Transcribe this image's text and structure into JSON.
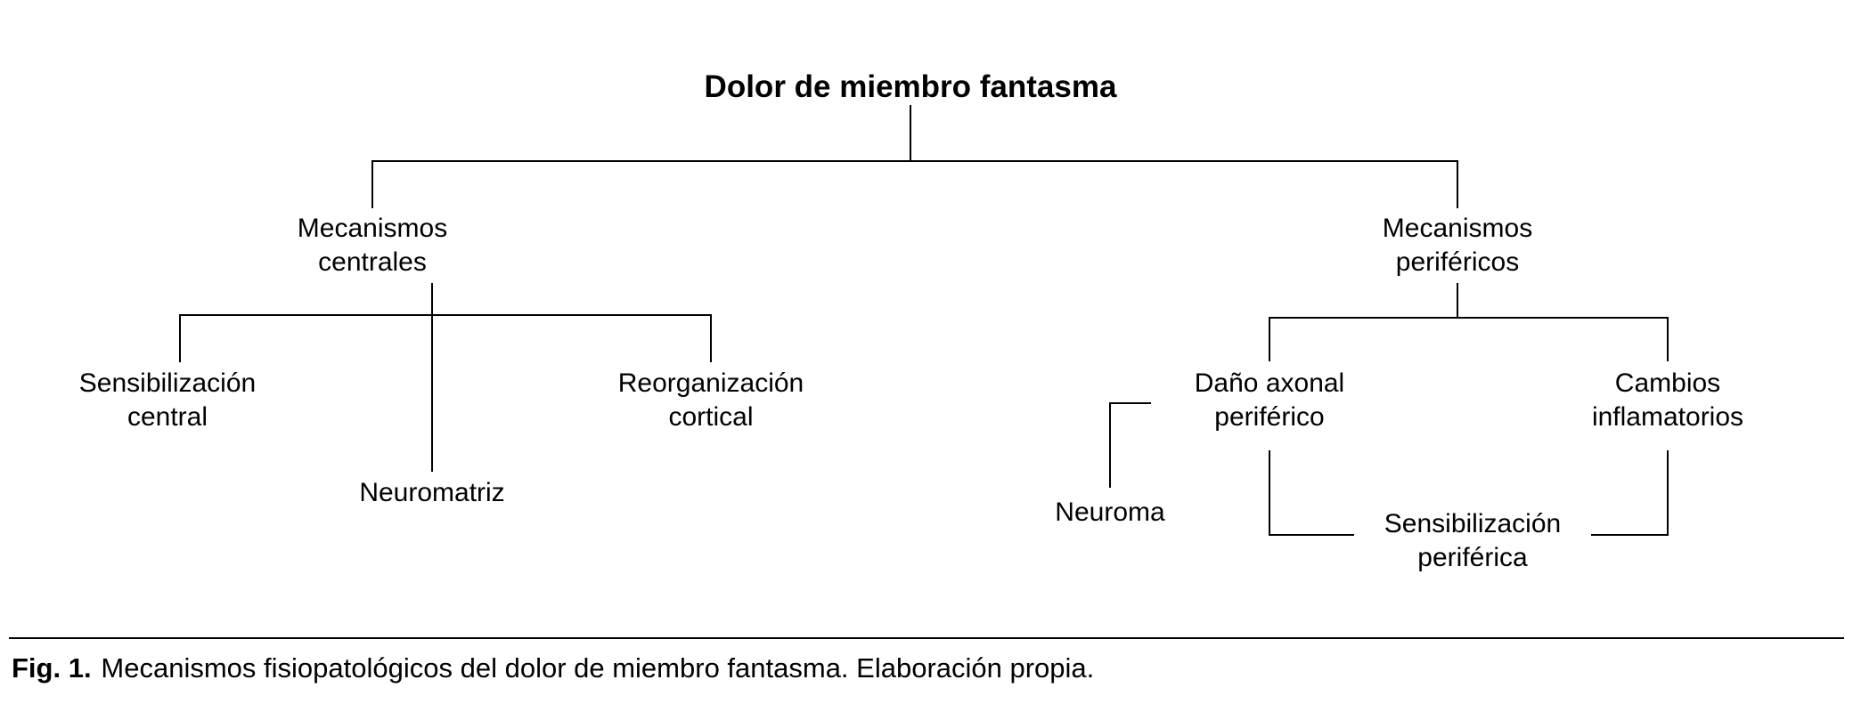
{
  "figure": {
    "title": "Dolor de miembro fantasma",
    "nodes": {
      "mecanismos_centrales": "Mecanismos\ncentrales",
      "mecanismos_perifericos": "Mecanismos\nperiféricos",
      "sensibilizacion_central": "Sensibilización\ncentral",
      "neuromatriz": "Neuromatriz",
      "reorganizacion_cortical": "Reorganización\ncortical",
      "dano_axonal_periferico": "Daño axonal\nperiférico",
      "cambios_inflamatorios": "Cambios\ninflamatorios",
      "neuroma": "Neuroma",
      "sensibilizacion_periferica": "Sensibilización\nperiférica"
    },
    "caption": {
      "fig_label": "Fig. 1.",
      "text": "Mecanismos fisiopatológicos del dolor de miembro fantasma. Elaboración propia."
    },
    "colors": {
      "text": "#000000",
      "line": "#000000",
      "background": "#ffffff"
    }
  }
}
